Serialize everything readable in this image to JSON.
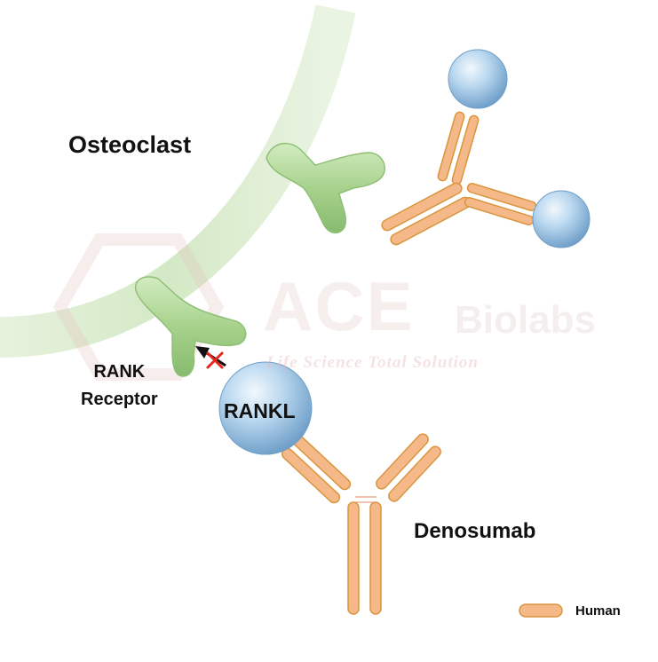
{
  "labels": {
    "osteoclast": "Osteoclast",
    "rank_line1": "RANK",
    "rank_line2": "Receptor",
    "rankl": "RANKL",
    "denosumab": "Denosumab",
    "legend_human": "Human"
  },
  "watermark": {
    "logo": "ACE",
    "brand": "Biolabs",
    "tagline": "Life Science Total Solution"
  },
  "colors": {
    "membrane": "#cfe6bf",
    "receptor": "#a9d38f",
    "antigen": "#9ec7e6",
    "antibody": "#f5b888",
    "antibody_outline": "#d9963f",
    "blocked_mark": "#e8251f"
  }
}
